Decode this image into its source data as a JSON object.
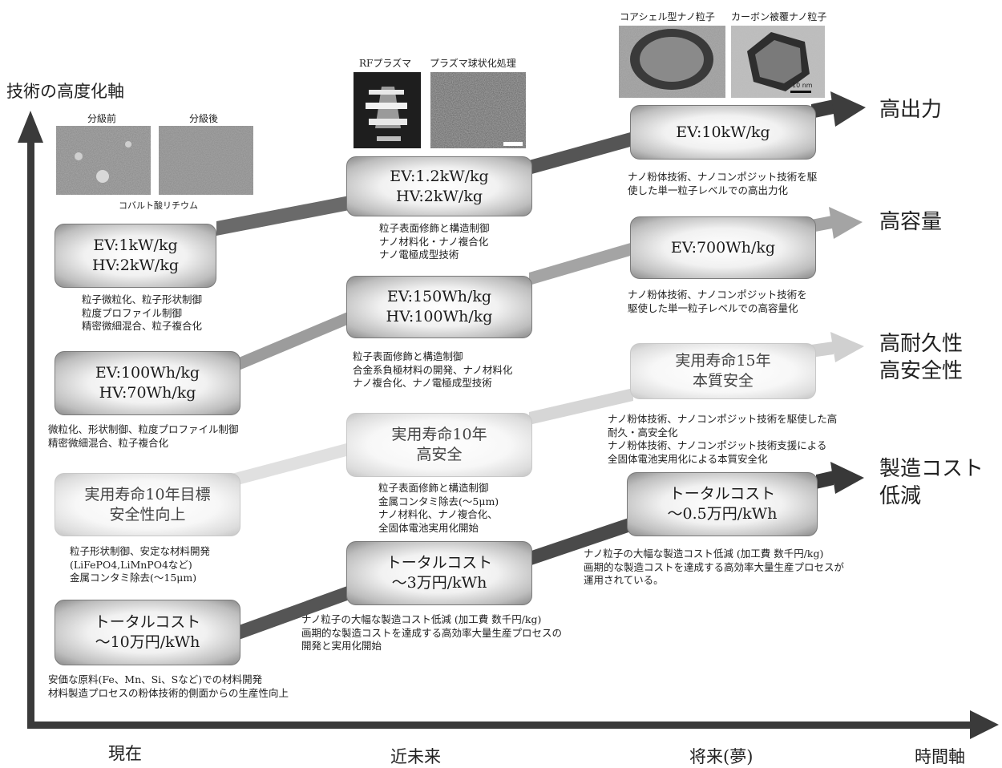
{
  "axes": {
    "vertical_label": "技術の高度化軸",
    "horizontal_label": "時間軸",
    "time_points": [
      "現在",
      "近未来",
      "将来(夢)"
    ]
  },
  "categories": [
    "高出力",
    "高容量",
    [
      "高耐久性",
      "高安全性"
    ],
    [
      "製造コスト",
      "低減"
    ]
  ],
  "boxes": {
    "power_now": [
      "EV:1kW/kg",
      "HV:2kW/kg"
    ],
    "power_near": [
      "EV:1.2kW/kg",
      "HV:2kW/kg"
    ],
    "power_future": [
      "EV:10kW/kg"
    ],
    "capacity_now": [
      "EV:100Wh/kg",
      "HV:70Wh/kg"
    ],
    "capacity_near": [
      "EV:150Wh/kg",
      "HV:100Wh/kg"
    ],
    "capacity_future": [
      "EV:700Wh/kg"
    ],
    "safety_now": [
      "実用寿命10年目標",
      "安全性向上"
    ],
    "safety_near": [
      "実用寿命10年",
      "高安全"
    ],
    "safety_future": [
      "実用寿命15年",
      "本質安全"
    ],
    "cost_now": [
      "トータルコスト",
      "～10万円/kWh"
    ],
    "cost_near": [
      "トータルコスト",
      "～3万円/kWh"
    ],
    "cost_future": [
      "トータルコスト",
      "～0.5万円/kWh"
    ]
  },
  "notes": {
    "power_now": [
      "粒子微粒化、粒子形状制御",
      "粒度プロファイル制御",
      "精密微細混合、粒子複合化"
    ],
    "power_near": [
      "粒子表面修飾と構造制御",
      "ナノ材料化・ナノ複合化",
      "ナノ電極成型技術"
    ],
    "power_future": [
      "ナノ粉体技術、ナノコンポジット技術を駆",
      "使した単一粒子レベルでの高出力化"
    ],
    "capacity_now": [
      "微粒化、形状制御、粒度プロファイル制御",
      "精密微細混合、粒子複合化"
    ],
    "capacity_near": [
      "粒子表面修飾と構造制御",
      "合金系負極材料の開発、ナノ材料化",
      "ナノ複合化、ナノ電極成型技術"
    ],
    "capacity_future": [
      "ナノ粉体技術、ナノコンポジット技術を",
      "駆使した単一粒子レベルでの高容量化"
    ],
    "safety_now": [
      "粒子形状制御、安定な材料開発",
      "(LiFePO4,LiMnPO4など)",
      "金属コンタミ除去(～15μm)"
    ],
    "safety_near": [
      "粒子表面修飾と構造制御",
      "金属コンタミ除去(～5μm)",
      "ナノ材料化、ナノ複合化、",
      "全固体電池実用化開始"
    ],
    "safety_future": [
      "ナノ粉体技術、ナノコンポジット技術を駆使した高",
      "耐久・高安全化",
      "ナノ粉体技術、ナノコンポジット技術支援による",
      "全固体電池実用化による本質安全化"
    ],
    "cost_now": [
      "安価な原料(Fe、Mn、Si、Sなど)での材料開発",
      "材料製造プロセスの粉体技術的側面からの生産性向上"
    ],
    "cost_near": [
      "ナノ粒子の大幅な製造コスト低減 (加工費 数千円/kg)",
      "画期的な製造コストを達成する高効率大量生産プロセスの",
      "開発と実用化開始"
    ],
    "cost_future": [
      "ナノ粒子の大幅な製造コスト低減 (加工費 数千円/kg)",
      "画期的な製造コストを達成する高効率大量生産プロセスが",
      "運用されている。"
    ]
  },
  "images": {
    "before_label": "分級前",
    "after_label": "分級後",
    "material_label": "コバルト酸リチウム",
    "rf_label": "RFプラズマ",
    "sphere_label": "プラズマ球状化処理",
    "coreshell_label": "コアシェル型ナノ粒子",
    "carbon_label": "カーボン被覆ナノ粒子",
    "scale_label": "10 nm"
  }
}
